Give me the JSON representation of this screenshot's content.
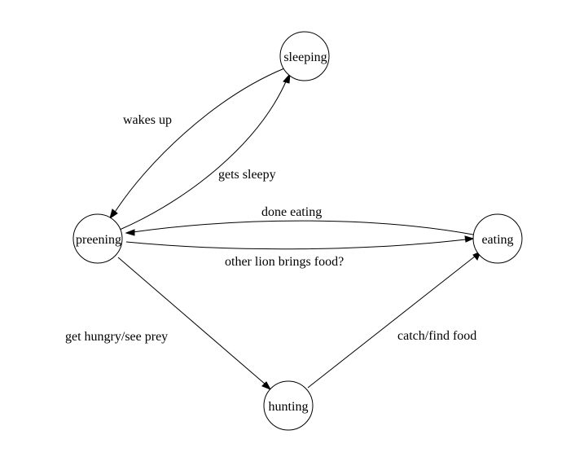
{
  "diagram": {
    "nodes": {
      "sleeping": "sleeping",
      "preening": "preening",
      "eating": "eating",
      "hunting": "hunting"
    },
    "edges": {
      "wakes_up": "wakes up",
      "gets_sleepy": "gets sleepy",
      "done_eating": "done eating",
      "other_lion_brings_food": "other lion brings food?",
      "get_hungry_see_prey": "get hungry/see prey",
      "catch_find_food": "catch/find food"
    }
  }
}
